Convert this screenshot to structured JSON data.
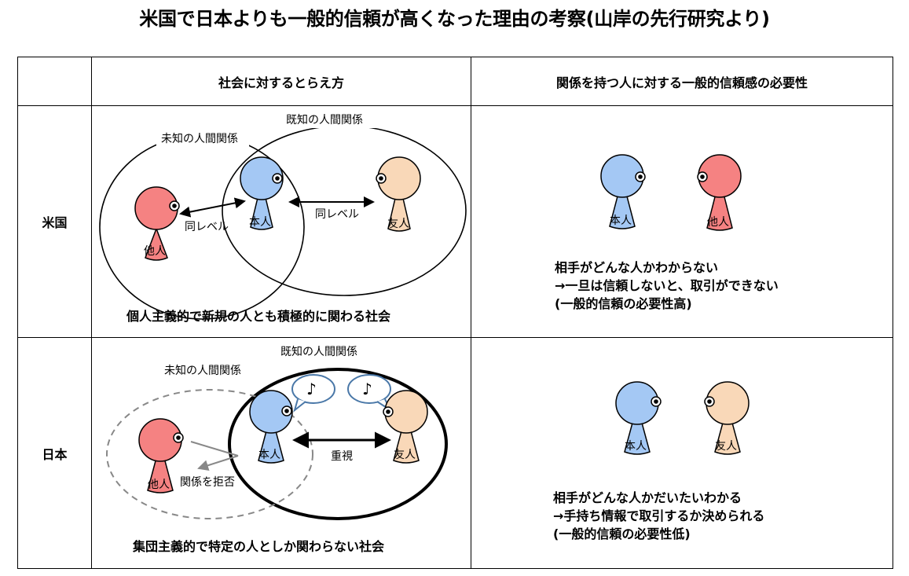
{
  "title": "米国で日本よりも一般的信頼が高くなった理由の考察(山岸の先行研究より)",
  "header": {
    "corner": "",
    "col1": "社会に対するとらえ方",
    "col2": "関係を持つ人に対する一般的信頼感の必要性"
  },
  "rows": {
    "usa": {
      "label": "米国",
      "diagram": {
        "unknown_circle_label": "未知の人間関係",
        "known_circle_label": "既知の人間関係",
        "arrow1_label": "同レベル",
        "arrow2_label": "同レベル",
        "person_self": "本人",
        "person_other": "他人",
        "person_friend": "友人"
      },
      "summary": "個人主義的で新規の人とも積極的に関わる社会",
      "right": {
        "person_self": "本人",
        "person_other": "他人",
        "line1": "相手がどんな人かわからない",
        "line2": "→一旦は信頼しないと、取引ができない",
        "line3": " (一般的信頼の必要性高)"
      }
    },
    "japan": {
      "label": "日本",
      "diagram": {
        "unknown_circle_label": "未知の人間関係",
        "known_circle_label": "既知の人間関係",
        "note_symbol": "♪",
        "arrow_emphasis_label": "重視",
        "reject_label": "関係を拒否",
        "person_self": "本人",
        "person_other": "他人",
        "person_friend": "友人"
      },
      "summary": "集団主義的で特定の人としか関わらない社会",
      "right": {
        "person_self": "本人",
        "person_friend": "友人",
        "line1": "相手がどんな人かだいたいわかる",
        "line2": "→手持ち情報で取引するか決められる",
        "line3": "(一般的信頼の必要性低)"
      }
    }
  },
  "colors": {
    "self_blue": "#a4c8f4",
    "other_red": "#f58282",
    "friend_peach": "#f9d8b8",
    "bubble_stroke": "#4a78a8",
    "dashed_gray": "#888888"
  }
}
